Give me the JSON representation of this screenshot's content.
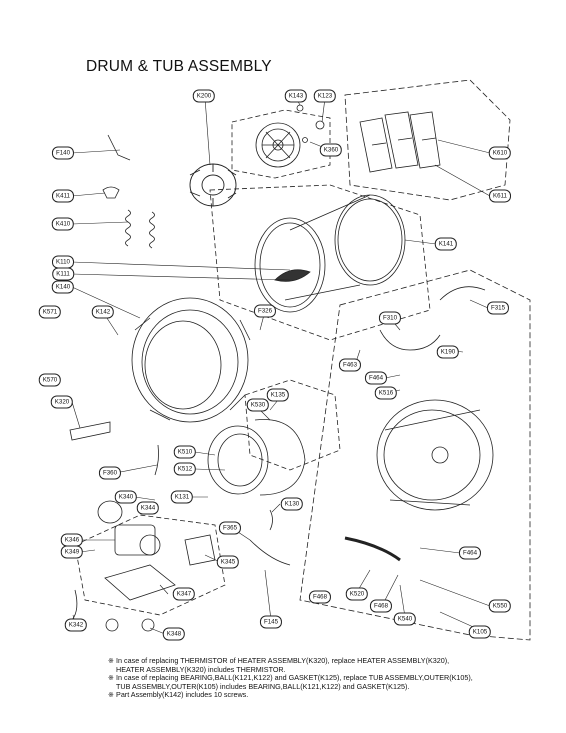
{
  "title": "DRUM & TUB ASSEMBLY",
  "labels": {
    "K200": "K200",
    "K143": "K143",
    "K123": "K123",
    "K360": "K360",
    "K610": "K610",
    "K611": "K611",
    "F140": "F140",
    "K411": "K411",
    "K410": "K410",
    "K141": "K141",
    "K110": "K110",
    "K111": "K111",
    "K140": "K140",
    "F326": "F326",
    "F315": "F315",
    "F310": "F310",
    "K571": "K571",
    "K142": "K142",
    "K190": "K190",
    "F463": "F463",
    "F464a": "F464",
    "K516": "K516",
    "K570": "K570",
    "K135": "K135",
    "K530": "K530",
    "K320": "K320",
    "K510": "K510",
    "K512": "K512",
    "F360": "F360",
    "K340": "K340",
    "K344": "K344",
    "K131": "K131",
    "K130": "K130",
    "F365": "F365",
    "K346": "K346",
    "K349": "K349",
    "K345": "K345",
    "F464b": "F464",
    "K520": "K520",
    "F468a": "F468",
    "F468b": "F468",
    "K550": "K550",
    "K540": "K540",
    "K347": "K347",
    "F145": "F145",
    "K342": "K342",
    "K348": "K348",
    "K105": "K105"
  },
  "notes": [
    "※ In case of replacing THERMISTOR of HEATER ASSEMBLY(K320), replace HEATER ASSEMBLY(K320),",
    "HEATER ASSEMBLY(K320) includes THERMISTOR.",
    "※ In case of replacing BEARING,BALL(K121,K122) and GASKET(K125), replace TUB ASSEMBLY,OUTER(K105),",
    "TUB ASSEMBLY,OUTER(K105) includes BEARING,BALL(K121,K122) and GASKET(K125).",
    "※ Part Assembly(K142) includes 10 screws."
  ]
}
